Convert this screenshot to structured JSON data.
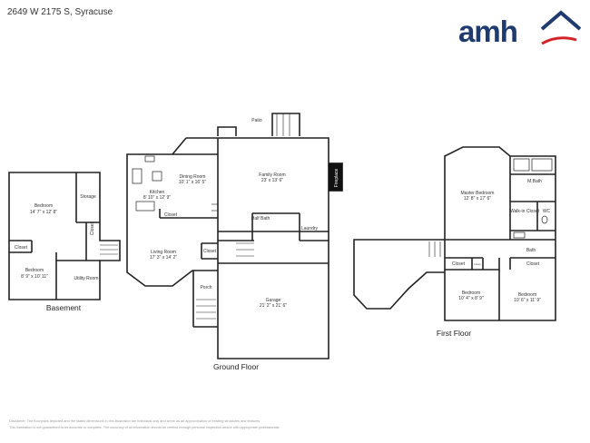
{
  "address": "2649 W 2175 S, Syracuse",
  "logo": {
    "text": "amh",
    "accent_color": "#d2232a",
    "text_color": "#1f3b6e"
  },
  "floors": [
    {
      "caption": "Basement",
      "rooms": [
        {
          "name": "Bedroom",
          "dims": "14' 7\" x 12' 8\""
        },
        {
          "name": "Storage"
        },
        {
          "name": "Closet"
        },
        {
          "name": "Closet"
        },
        {
          "name": "Bedroom",
          "dims": "8' 9\" x 10' 11\""
        },
        {
          "name": "Utility Room"
        }
      ]
    },
    {
      "caption": "Ground Floor",
      "rooms": [
        {
          "name": "Patio"
        },
        {
          "name": "Family Room",
          "dims": "23' x 13' 6\""
        },
        {
          "name": "Dining Room",
          "dims": "10' 1\" x 16' 5\""
        },
        {
          "name": "Kitchen",
          "dims": "8' 10\" x 12' 9\""
        },
        {
          "name": "Closet"
        },
        {
          "name": "Fireplace"
        },
        {
          "name": "Half Bath"
        },
        {
          "name": "Laundry"
        },
        {
          "name": "Living Room",
          "dims": "17' 3\" x 14' 2\""
        },
        {
          "name": "Closet"
        },
        {
          "name": "Porch"
        },
        {
          "name": "Garage",
          "dims": "21' 2\" x 21' 6\""
        }
      ]
    },
    {
      "caption": "First Floor",
      "rooms": [
        {
          "name": "Master Bedroom",
          "dims": "12' 8\" x 17' 6\""
        },
        {
          "name": "M.Bath"
        },
        {
          "name": "Walk-in Closet"
        },
        {
          "name": "WC"
        },
        {
          "name": "Bath"
        },
        {
          "name": "Closet"
        },
        {
          "name": "Closet"
        },
        {
          "name": "Linen"
        },
        {
          "name": "Bedroom",
          "dims": "10' 4\" x 8' 9\""
        },
        {
          "name": "Bedroom",
          "dims": "10' 6\" x 11' 9\""
        }
      ]
    }
  ],
  "disclaimer": [
    "Disclaimer: The floorplans depicted and the stated dimensions in this illustration are individual only and serve as an approximation of existing structures and features.",
    "This illustration is not guaranteed to be accurate or complete. The accuracy of all information should be verified through personal inspection and/or with appropriate professionals."
  ]
}
